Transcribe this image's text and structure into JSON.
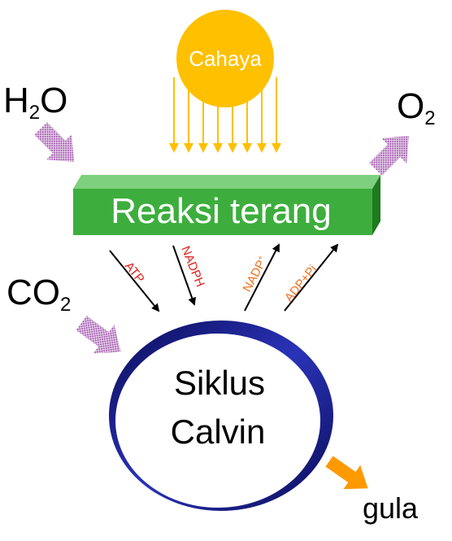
{
  "sun": {
    "label": "Cahaya",
    "color": "#FFC000"
  },
  "inputs": {
    "water": {
      "main": "H",
      "sub": "2",
      "tail": "O"
    },
    "co2": {
      "main": "CO",
      "sub": "2"
    }
  },
  "outputs": {
    "oxygen": {
      "main": "O",
      "sub": "2"
    },
    "sugar": {
      "label": "gula"
    }
  },
  "light_reaction": {
    "label": "Reaksi terang",
    "color": "#3DAE3D"
  },
  "calvin_cycle": {
    "line1": "Siklus",
    "line2": "Calvin"
  },
  "carriers": {
    "atp": {
      "label": "ATP",
      "color": "#E0201B"
    },
    "nadph": {
      "label": "NADPH",
      "color": "#E0201B"
    },
    "nadp": {
      "label": "NADP",
      "sup": "+",
      "color": "#F07020"
    },
    "adp": {
      "label": "ADP+Pi",
      "color": "#F07020"
    }
  },
  "colors": {
    "input_arrow": "#B07AB8",
    "output_arrow": "#B07AB8",
    "sugar_arrow": "#FF9900",
    "calvin_ring": "#1A1F8C"
  }
}
